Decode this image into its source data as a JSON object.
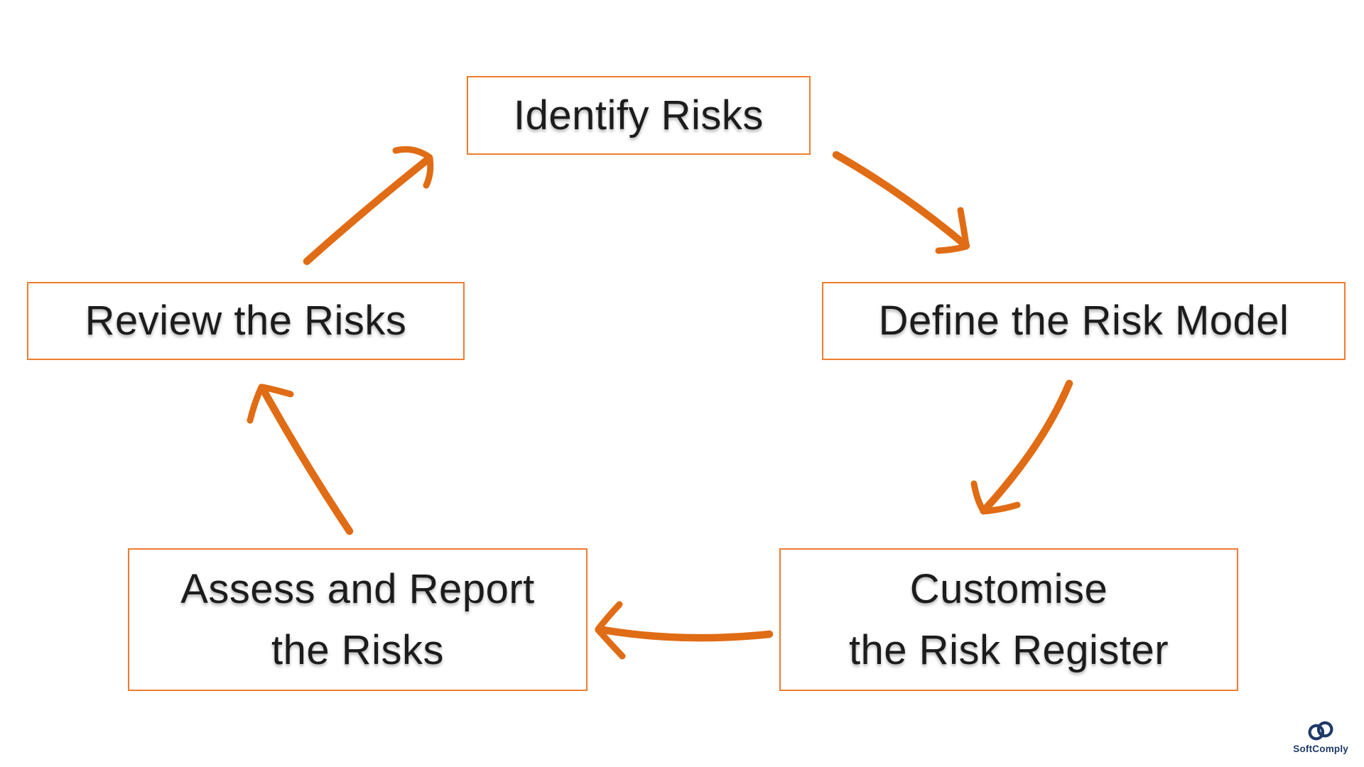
{
  "colors": {
    "background": "#ffffff",
    "arrow": "#e06c15",
    "box-border": "#ed7d31",
    "text": "#1c1c1c",
    "logo": "#1f3a68"
  },
  "diagram": {
    "type": "cycle",
    "nodes": [
      {
        "id": "identify-risks",
        "lines": [
          "Identify Risks"
        ]
      },
      {
        "id": "define-risk-model",
        "lines": [
          "Define the Risk Model"
        ]
      },
      {
        "id": "customise-risk-register",
        "lines": [
          "Customise",
          "the Risk Register"
        ]
      },
      {
        "id": "assess-report-risks",
        "lines": [
          "Assess and Report",
          "the Risks"
        ]
      },
      {
        "id": "review-risks",
        "lines": [
          "Review the Risks"
        ]
      }
    ],
    "edges": [
      {
        "from": "identify-risks",
        "to": "define-risk-model"
      },
      {
        "from": "define-risk-model",
        "to": "customise-risk-register"
      },
      {
        "from": "customise-risk-register",
        "to": "assess-report-risks"
      },
      {
        "from": "assess-report-risks",
        "to": "review-risks"
      },
      {
        "from": "review-risks",
        "to": "identify-risks"
      }
    ]
  },
  "footer": {
    "logo_text": "SoftComply"
  }
}
